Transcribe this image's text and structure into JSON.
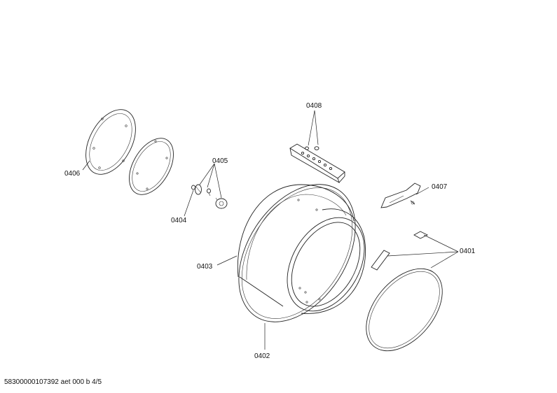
{
  "diagram": {
    "labels": {
      "p0401": "0401",
      "p0402": "0402",
      "p0403": "0403",
      "p0404": "0404",
      "p0405": "0405",
      "p0406": "0406",
      "p0407": "0407",
      "p0408": "0408"
    },
    "footer": "58300000107392 aet 000 b 4/5"
  }
}
